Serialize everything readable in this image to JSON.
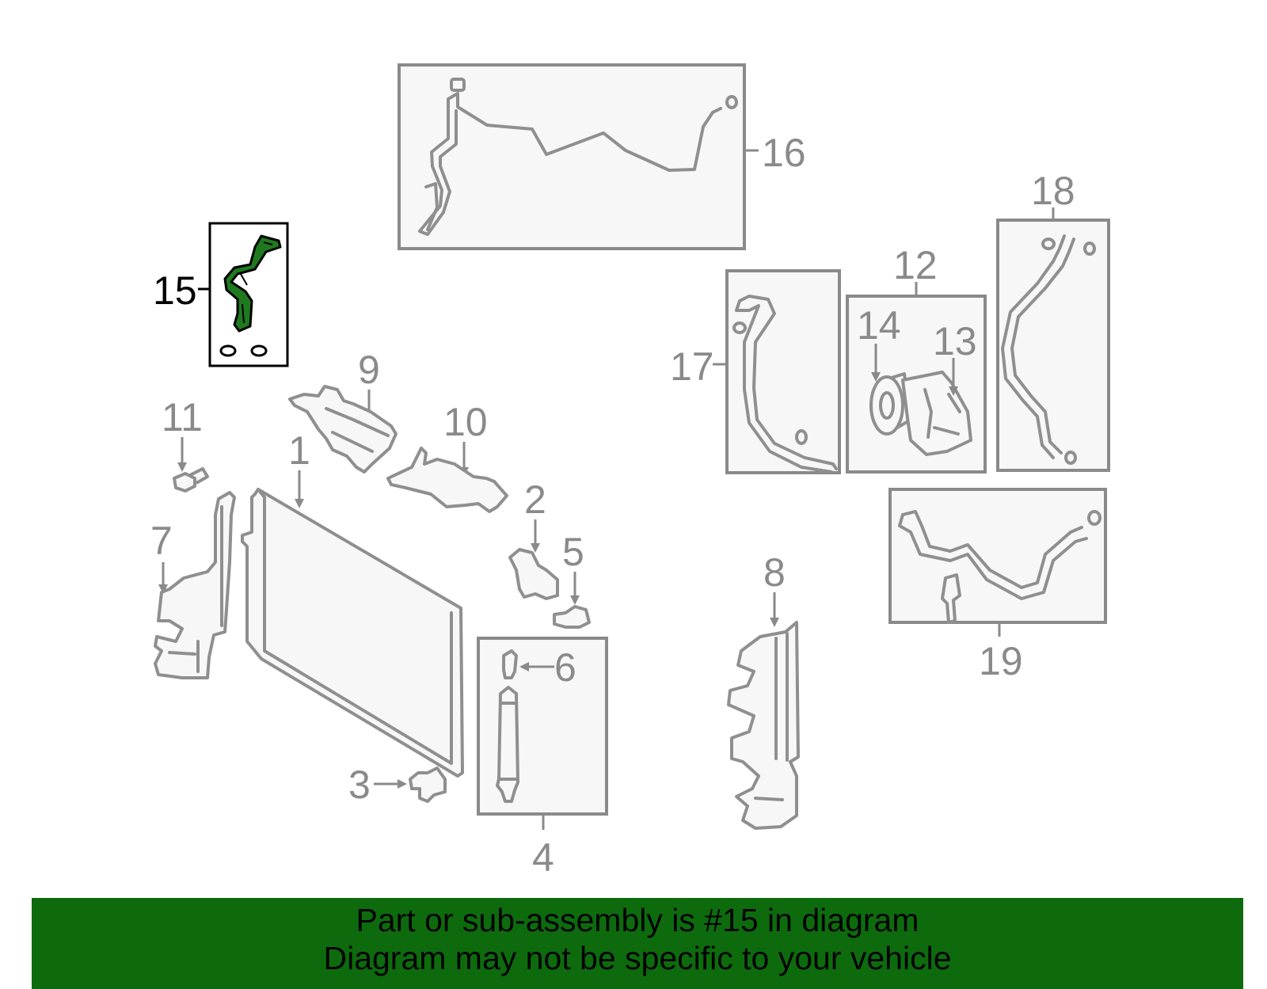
{
  "diagram": {
    "highlighted_part": "15",
    "highlight_color": "#0d6b0d",
    "part_color": "#8f8f8f",
    "labels": {
      "p1": "1",
      "p2": "2",
      "p3": "3",
      "p4": "4",
      "p5": "5",
      "p6": "6",
      "p7": "7",
      "p8": "8",
      "p9": "9",
      "p10": "10",
      "p11": "11",
      "p12": "12",
      "p13": "13",
      "p14": "14",
      "p15": "15",
      "p16": "16",
      "p17": "17",
      "p18": "18",
      "p19": "19"
    }
  },
  "banner": {
    "background": "#0d6b0d",
    "line1": "Part or sub-assembly is #15 in diagram",
    "line2": "Diagram may not be specific to your vehicle"
  }
}
